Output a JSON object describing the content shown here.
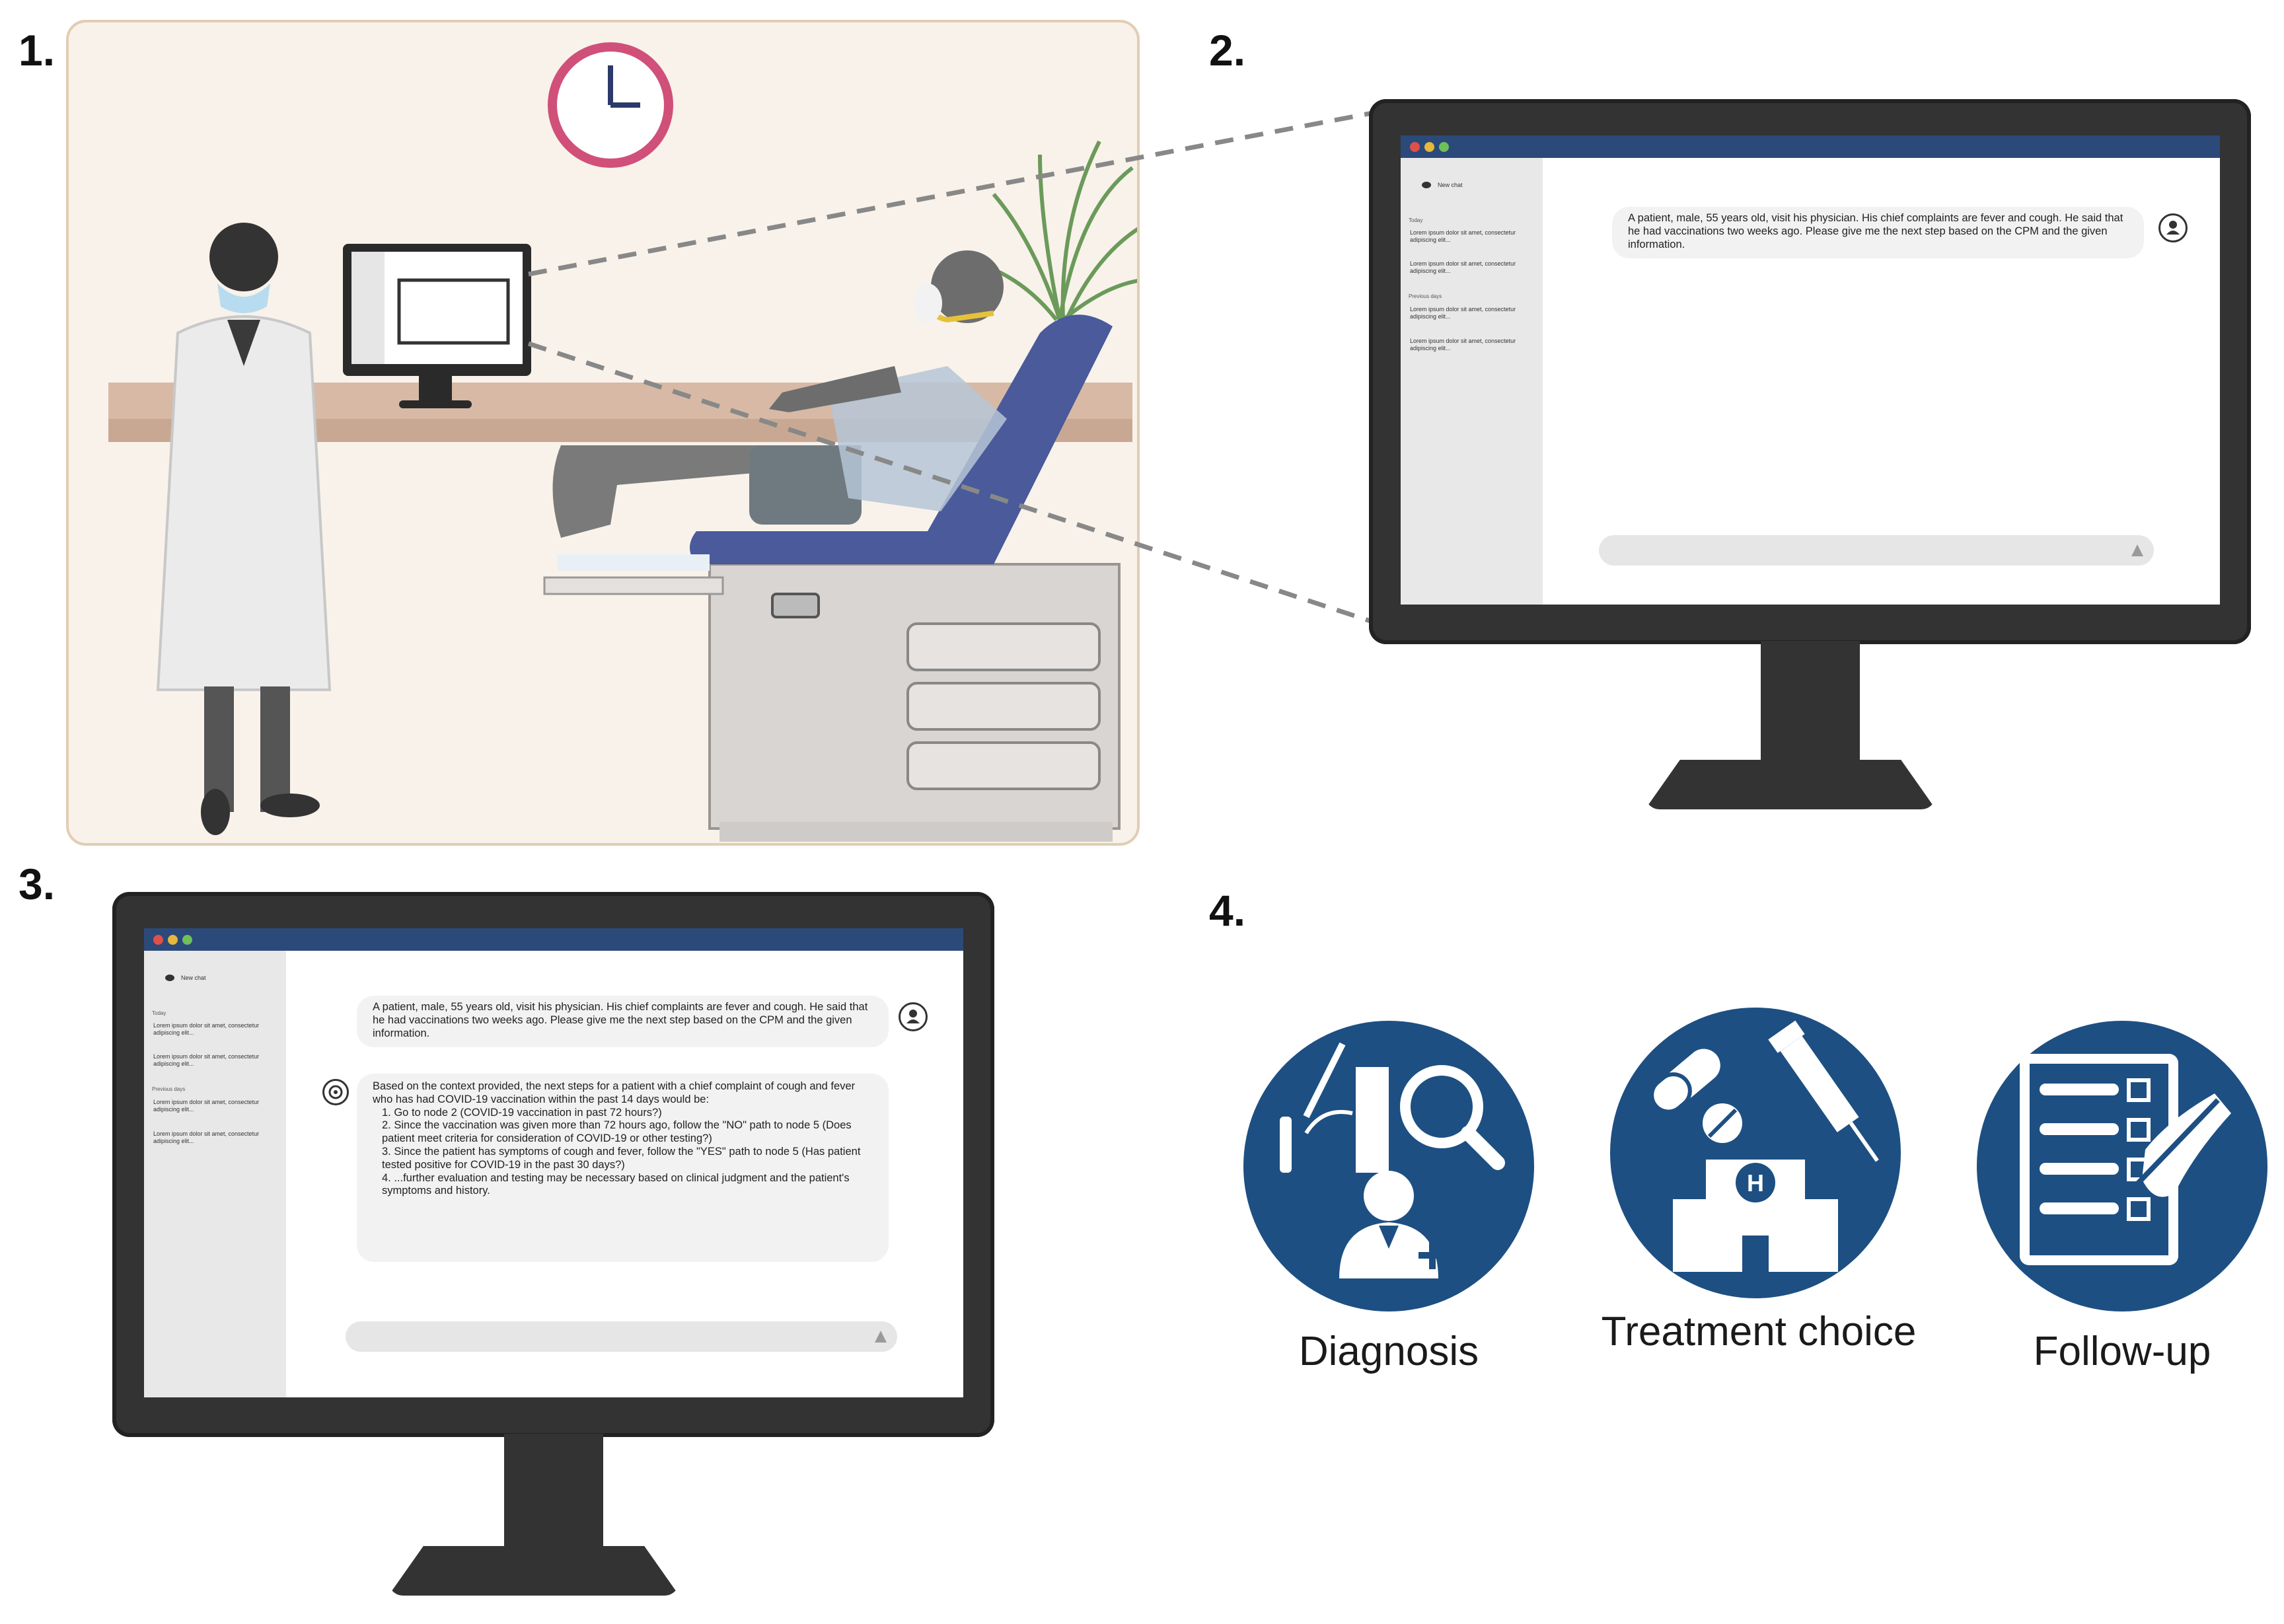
{
  "panels": {
    "p1": "1.",
    "p2": "2.",
    "p3": "3.",
    "p4": "4."
  },
  "chat_ui": {
    "new_chat": "New chat",
    "today": "Today",
    "previous_days": "Previous days",
    "history_item": "Lorem ipsum dolor sit amet, consectetur adipiscing elit..."
  },
  "prompt": "A patient, male, 55 years old, visit his physician. His chief complaints are fever and cough. He said that he had vaccinations two weeks ago. Please give me the next step based on the CPM and the given information.",
  "response": {
    "intro": "Based on the context provided, the next steps for a patient with a chief complaint of cough and fever who has had COVID-19 vaccination within the past 14 days would be:",
    "steps": [
      "1.  Go to node 2 (COVID-19 vaccination in past 72 hours?)",
      "2.  Since the vaccination was given more than 72 hours ago, follow the \"NO\" path to node 5 (Does patient meet criteria for consideration of COVID-19 or other testing?)",
      "3.  Since the patient has symptoms of cough and fever, follow the \"YES\" path to node 5 (Has patient tested positive for COVID-19 in the past 30 days?)",
      "4.  ...further evaluation and testing may be necessary based on clinical judgment and the patient's symptoms and history."
    ]
  },
  "outcomes": [
    {
      "label": "Diagnosis",
      "icon": "diagnosis-icon"
    },
    {
      "label": "Treatment choice",
      "icon": "treatment-icon"
    },
    {
      "label": "Follow-up",
      "icon": "follow-up-icon"
    }
  ],
  "colors": {
    "icon_blue": "#1d4f82",
    "titlebar": "#2b4a7a",
    "chair_blue": "#4a5a9a",
    "clock_red": "#d0507a"
  }
}
